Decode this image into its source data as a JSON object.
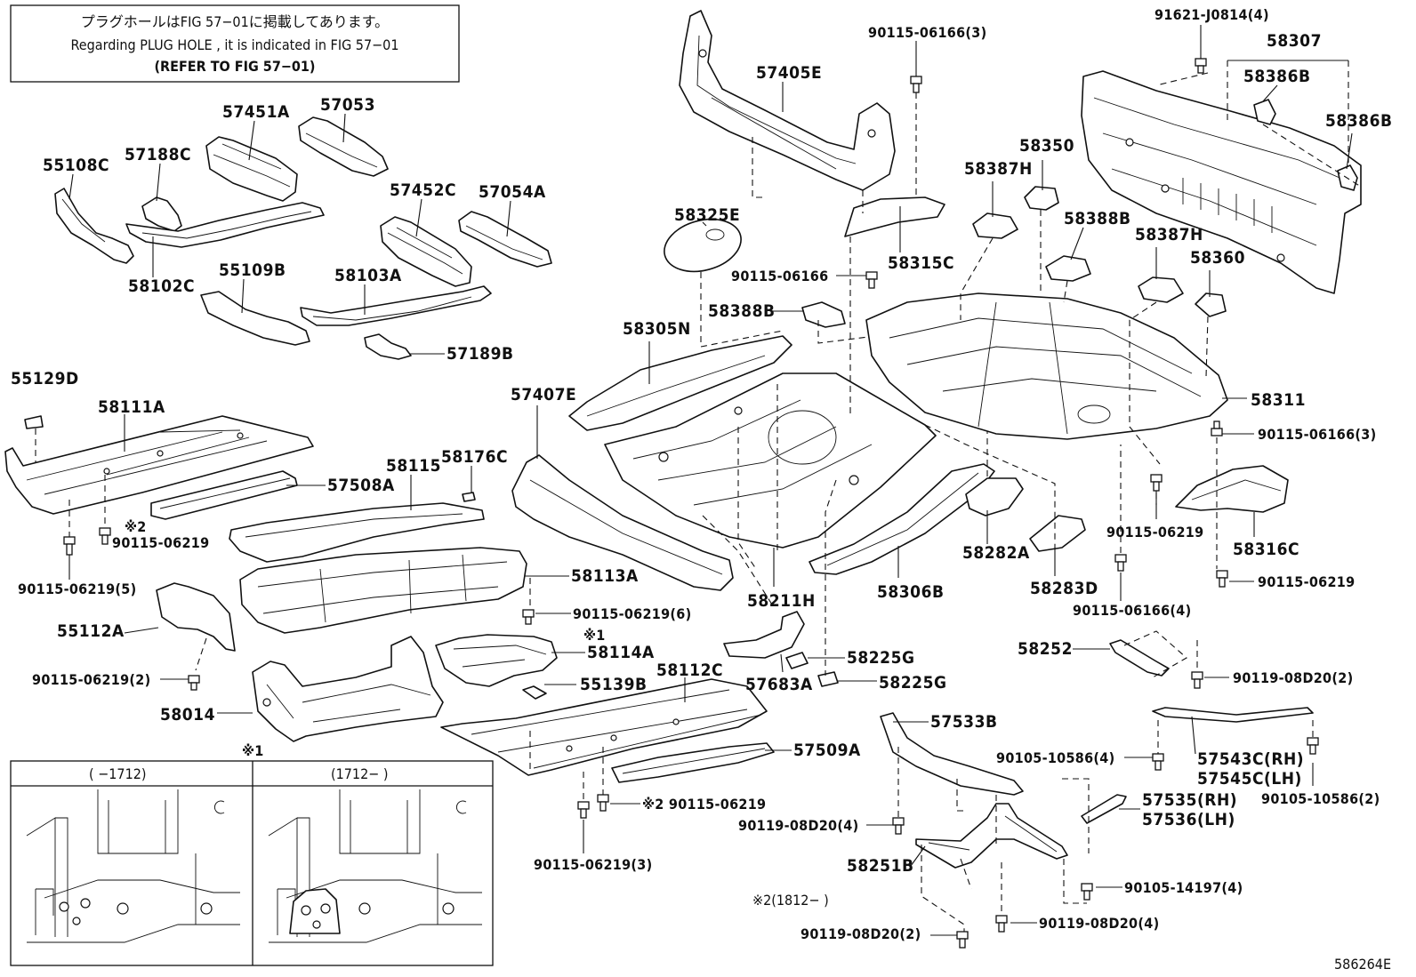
{
  "notes": {
    "plug_hole_jp": "プラグホールはFIG 57−01に掲載してあります。",
    "plug_hole_en": "Regarding PLUG HOLE , it is indicated in FIG 57−01",
    "refer": "(REFER TO FIG 57−01)"
  },
  "labels": {
    "p55108C": "55108C",
    "p57188C": "57188C",
    "p57451A": "57451A",
    "p57053": "57053",
    "p58102C": "58102C",
    "p55109B": "55109B",
    "p58103A": "58103A",
    "p57452C": "57452C",
    "p57054A": "57054A",
    "p57189B": "57189B",
    "p55129D": "55129D",
    "p58111A": "58111A",
    "p58115": "58115",
    "p58176C": "58176C",
    "p57508A": "57508A",
    "mark2a": "※2",
    "b90115_06219_a": "90115-06219",
    "b90115_06219_5": "90115-06219(5)",
    "p55112A": "55112A",
    "b90115_06219_2": "90115-06219(2)",
    "p58113A": "58113A",
    "b90115_06219_6": "90115-06219(6)",
    "mark1a": "※1",
    "p58114A": "58114A",
    "p58014": "58014",
    "p55139B": "55139B",
    "p58112C": "58112C",
    "p57509A": "57509A",
    "b90115_06219_b": "※2 90115-06219",
    "b90115_06219_3": "90115-06219(3)",
    "mark1b": "※1",
    "inset_left_range": "(   −1712)",
    "inset_right_range": "(1712−   )",
    "p57405E": "57405E",
    "b90115_06166_3a": "90115-06166(3)",
    "p58325E": "58325E",
    "b90115_06166": "90115-06166",
    "p58315C": "58315C",
    "p58388B_a": "58388B",
    "p58305N": "58305N",
    "p57407E": "57407E",
    "p58211H": "58211H",
    "p58306B": "58306B",
    "p58282A": "58282A",
    "p58283D": "58283D",
    "p57683A": "57683A",
    "p58225G_a": "58225G",
    "p58225G_b": "58225G",
    "p57533B": "57533B",
    "b90119_08D20_4a": "90119-08D20(4)",
    "p58251B": "58251B",
    "mark2b": "※2(1812−    )",
    "b90119_08D20_2a": "90119-08D20(2)",
    "b90105_14197_4": "90105-14197(4)",
    "b90119_08D20_4b": "90119-08D20(4)",
    "p57535": "57535(RH)",
    "p57536": "57536(LH)",
    "b91621_J0814_4": "91621-J0814(4)",
    "p58307": "58307",
    "p58386B_a": "58386B",
    "p58386B_b": "58386B",
    "p58350": "58350",
    "p58387H_a": "58387H",
    "p58388B_b": "58388B",
    "p58387H_b": "58387H",
    "p58360": "58360",
    "p58311": "58311",
    "b90115_06166_3b": "90115-06166(3)",
    "b90115_06219_c": "90115-06219",
    "p58316C": "58316C",
    "b90115_06219_d": "90115-06219",
    "b90115_06166_4": "90115-06166(4)",
    "p58252": "58252",
    "b90119_08D20_2b": "90119-08D20(2)",
    "b90105_10586_4": "90105-10586(4)",
    "p57543C": "57543C(RH)",
    "p57545C": "57545C(LH)",
    "b90105_10586_2": "90105-10586(2)",
    "fig_code": "586264E"
  }
}
